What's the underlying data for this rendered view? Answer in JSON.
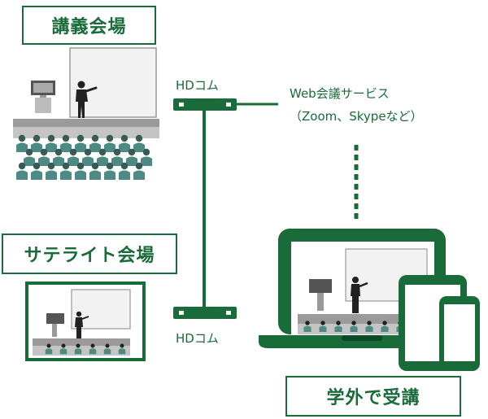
{
  "labels": {
    "lecture_hall": "講義会場",
    "satellite_hall": "サテライト会場",
    "remote": "学外で受講",
    "hd_top": "HDコム",
    "hd_bottom": "HDコム",
    "web_service": "Web会議サービス",
    "web_service_examples": "（Zoom、Skypeなど）"
  },
  "colors": {
    "brand_green": "#1a6b3a",
    "screen_bg": "#f2f2f2",
    "stage_gray": "#9a9a9a",
    "audience": "#4e8a84",
    "dark": "#222222"
  }
}
